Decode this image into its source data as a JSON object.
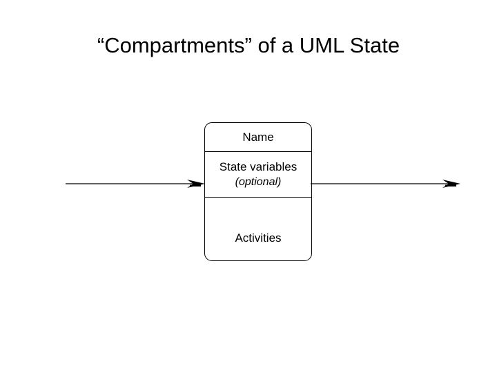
{
  "slide": {
    "title": "“Compartments” of a UML State",
    "background_color": "#ffffff",
    "text_color": "#000000"
  },
  "state_box": {
    "shape": "rounded-rectangle",
    "border_color": "#000000",
    "fill_color": "#ffffff",
    "compartments": [
      {
        "name": "name-compartment",
        "lines": [
          "Name"
        ]
      },
      {
        "name": "state-variables-compartment",
        "lines": [
          "State variables",
          "(optional)"
        ],
        "italic_lines": [
          "(optional)"
        ]
      },
      {
        "name": "activities-compartment",
        "lines": [
          "Activities"
        ]
      }
    ]
  },
  "transitions": {
    "incoming": {
      "label": "",
      "direction": "right",
      "arrowhead": "open-arrow-icon"
    },
    "outgoing": {
      "label": "",
      "direction": "right",
      "arrowhead": "open-arrow-icon"
    }
  }
}
